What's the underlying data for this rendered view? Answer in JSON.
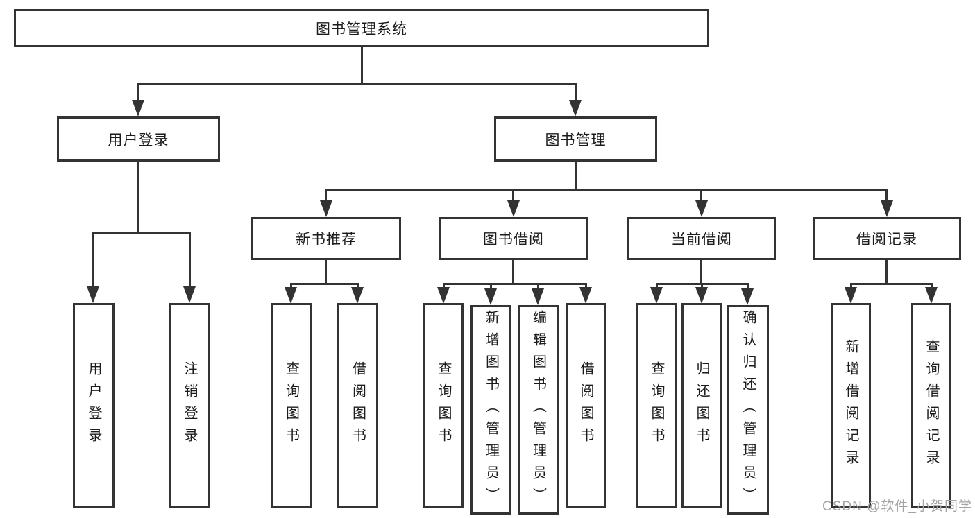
{
  "diagram": {
    "title": "图书管理系统",
    "type": "hierarchy-tree",
    "colors": {
      "line": "#333333",
      "text": "#1b1b1b",
      "background": "#ffffff",
      "watermark_color": "#a3a3a3"
    },
    "watermark": "CSDN @软件_小贺同学",
    "nodes": {
      "root": {
        "label": "图书管理系统"
      },
      "user_login": {
        "label": "用户登录"
      },
      "book_management": {
        "label": "图书管理"
      },
      "new_book_recommend": {
        "label": "新书推荐"
      },
      "book_borrow": {
        "label": "图书借阅"
      },
      "current_borrow": {
        "label": "当前借阅"
      },
      "borrow_record": {
        "label": "借阅记录"
      },
      "leaf_user_login": {
        "label": "用户登录"
      },
      "leaf_logout": {
        "label": "注销登录"
      },
      "leaf_rec_query_book": {
        "label": "查询图书"
      },
      "leaf_rec_borrow_book": {
        "label": "借阅图书"
      },
      "leaf_bb_query_book": {
        "label": "查询图书"
      },
      "leaf_bb_add_book": {
        "label": "新增图书（管理员）"
      },
      "leaf_bb_edit_book": {
        "label": "编辑图书（管理员）"
      },
      "leaf_bb_borrow_book": {
        "label": "借阅图书"
      },
      "leaf_cb_query_book": {
        "label": "查询图书"
      },
      "leaf_cb_return_book": {
        "label": "归还图书"
      },
      "leaf_cb_confirm_return": {
        "label": "确认归还（管理员）"
      },
      "leaf_br_add_record": {
        "label": "新增借阅记录"
      },
      "leaf_br_query_record": {
        "label": "查询借阅记录"
      }
    },
    "hierarchy": {
      "图书管理系统": {
        "用户登录": [
          "用户登录",
          "注销登录"
        ],
        "图书管理": {
          "新书推荐": [
            "查询图书",
            "借阅图书"
          ],
          "图书借阅": [
            "查询图书",
            "新增图书（管理员）",
            "编辑图书（管理员）",
            "借阅图书"
          ],
          "当前借阅": [
            "查询图书",
            "归还图书",
            "确认归还（管理员）"
          ],
          "借阅记录": [
            "新增借阅记录",
            "查询借阅记录"
          ]
        }
      }
    }
  }
}
